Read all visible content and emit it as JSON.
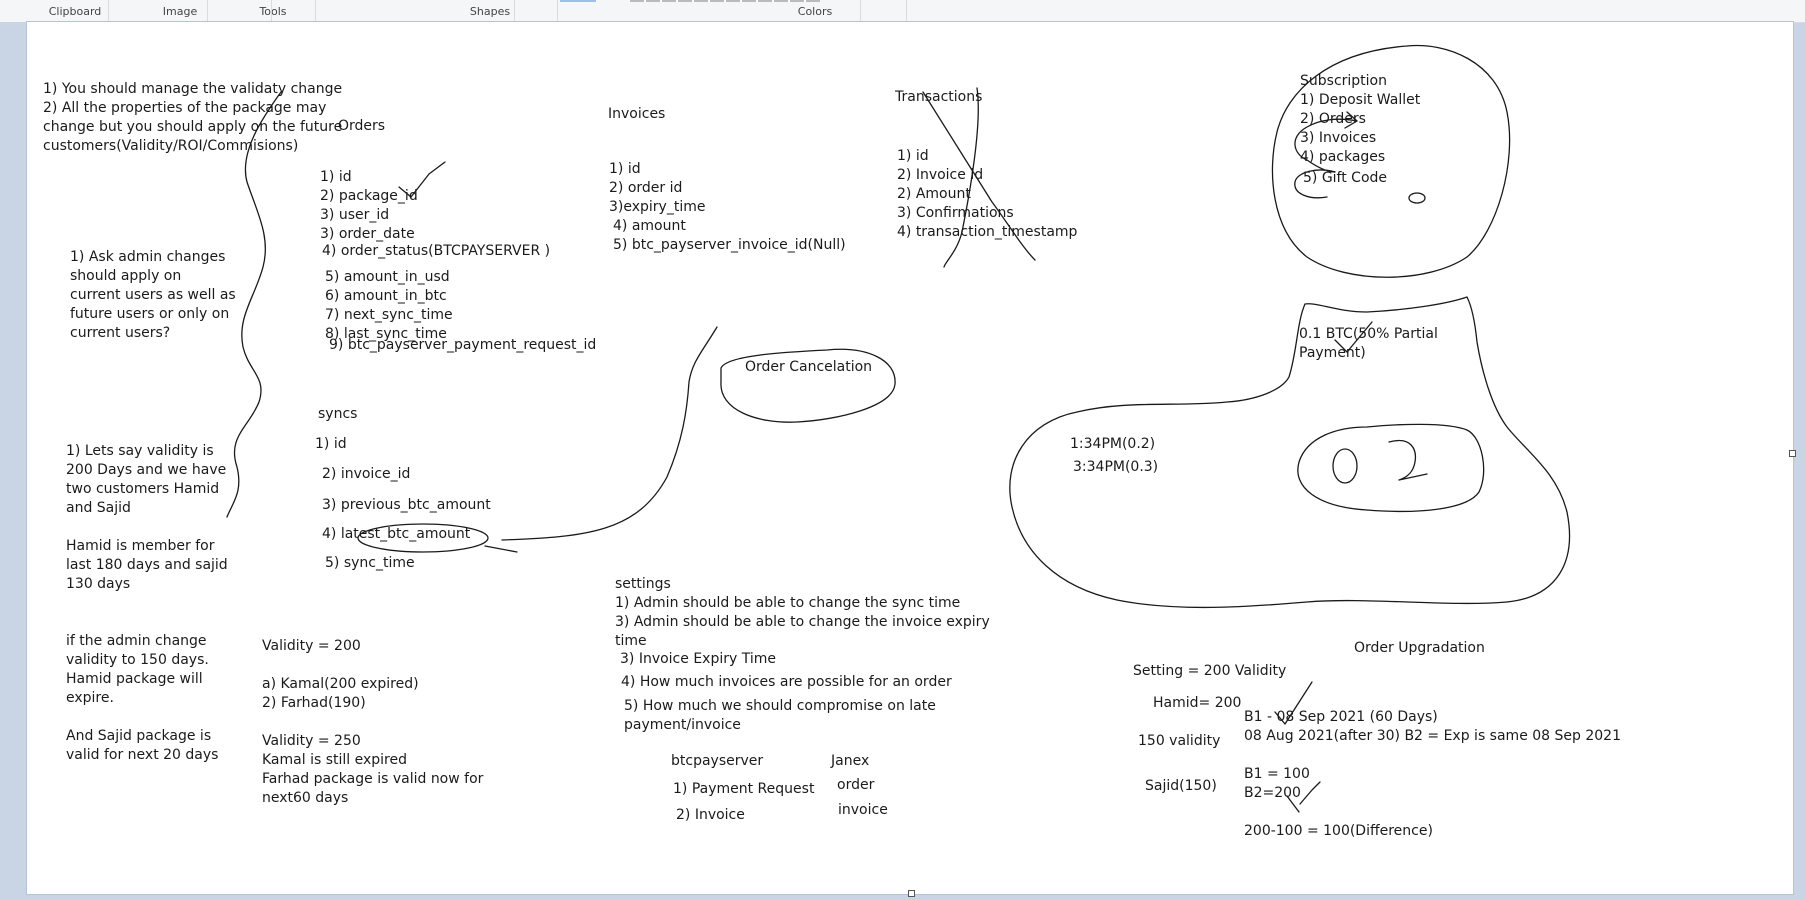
{
  "ribbon": {
    "groups": [
      "Clipboard",
      "Image",
      "Tools",
      "Shapes",
      "Colors"
    ]
  },
  "notes": {
    "validity_rules": [
      "1) You should manage the validaty change",
      "2) All the properties of the package may",
      "change but you should apply on the future",
      "customers(Validity/ROI/Commisions)"
    ],
    "ask_admin": [
      "1) Ask admin changes",
      "should apply on",
      "current users as well as",
      "future users or only on",
      "current users?"
    ],
    "example": [
      "1) Lets say validity is",
      "200 Days and we have",
      "two customers Hamid",
      "and Sajid",
      "",
      "Hamid is member for",
      "last 180 days and sajid",
      "130 days",
      "",
      "",
      "if the admin change",
      "validity to 150 days.",
      "Hamid package will",
      "expire.",
      "",
      "And Sajid package is",
      "valid for next 20 days"
    ],
    "validity_example": [
      "Validity = 200",
      "",
      "a) Kamal(200 expired)",
      "2) Farhad(190)",
      "",
      "Validity = 250",
      "Kamal is still expired",
      "Farhad package is valid now for",
      "next60 days"
    ]
  },
  "orders": {
    "title": "Orders",
    "fields": [
      "1) id",
      "2) package_id",
      "3) user_id",
      "3) order_date",
      "4) order_status(BTCPAYSERVER )",
      "5) amount_in_usd",
      "6) amount_in_btc",
      "7) next_sync_time",
      "8) last_sync_time",
      "9) btc_payserver_payment_request_id"
    ]
  },
  "syncs": {
    "title": "syncs",
    "fields": [
      "1)    id",
      "2) invoice_id",
      "3) previous_btc_amount",
      "4) latest_btc_amount",
      "5) sync_time"
    ]
  },
  "invoices": {
    "title": "Invoices",
    "fields": [
      "1) id",
      "2) order  id",
      "3)expiry_time",
      "4) amount",
      "5) btc_payserver_invoice_id(Null)"
    ]
  },
  "order_cancelation": "Order Cancelation",
  "transactions": {
    "title": "Transactions",
    "fields": [
      "1) id",
      "2) Invoice id",
      "2) Amount",
      "3) Confirmations",
      "4) transaction_timestamp"
    ]
  },
  "subscription": {
    "title": "Subscription",
    "items": [
      "1) Deposit Wallet",
      "2) Orders",
      "3) Invoices",
      "4) packages",
      "5) Gift Code"
    ]
  },
  "partial_payment": [
    "0.1 BTC(50% Partial",
    "Payment)"
  ],
  "times": [
    "1:34PM(0.2)",
    "3:34PM(0.3)"
  ],
  "settings": {
    "title": "settings",
    "lines": [
      "1) Admin should be able to change the sync time",
      "3) Admin should be able to change the invoice expiry",
      "time",
      "3)  Invoice Expiry Time",
      "4) How much invoices are possible for an order",
      "5) How much we should compromise on late",
      "payment/invoice"
    ]
  },
  "btcpayserver": {
    "title": "btcpayserver",
    "items": [
      "1) Payment Request",
      "2)  Invoice"
    ]
  },
  "janex": {
    "title": "Janex",
    "items": [
      "order",
      "invoice"
    ]
  },
  "setting_validity": {
    "setting": "Setting = 200 Validity",
    "hamid": "Hamid= 200",
    "validity150": "150 validity",
    "sajid": "Sajid(150)"
  },
  "order_upgradation": {
    "title": "Order Upgradation",
    "lines": [
      "B1 - 08 Sep 2021 (60 Days)",
      "08 Aug 2021(after 30) B2 = Exp is same 08 Sep 2021",
      "",
      "B1 = 100",
      "B2=200",
      "",
      "200-100 = 100(Difference)"
    ]
  }
}
